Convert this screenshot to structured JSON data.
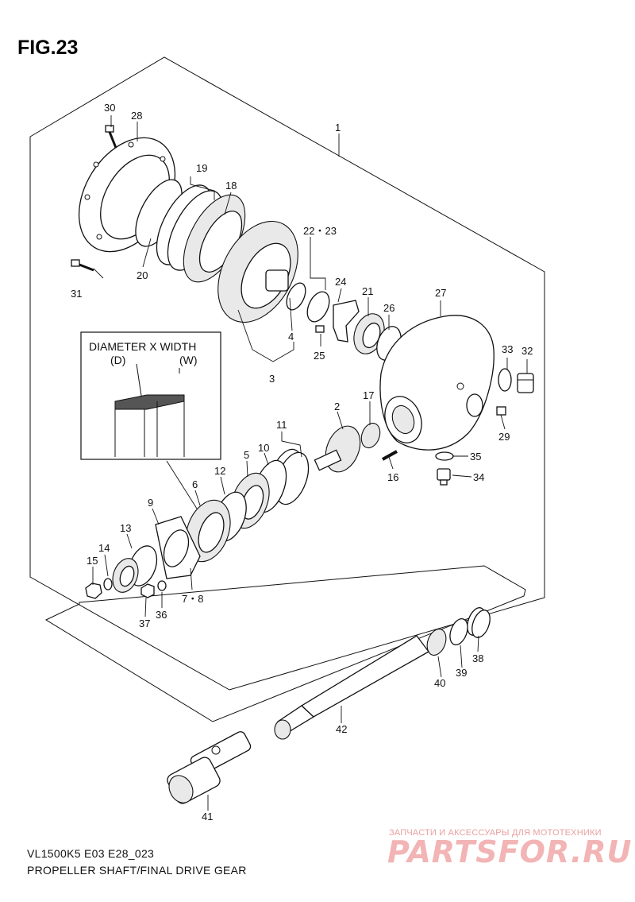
{
  "figure": {
    "title": "FIG.23",
    "model_code": "VL1500K5 E03 E28_023",
    "caption": "PROPELLER SHAFT/FINAL DRIVE GEAR"
  },
  "inset": {
    "heading": "DIAMETER X WIDTH",
    "left_label": "(D)",
    "right_label": "(W)"
  },
  "watermark": {
    "small_text": "ЗАПЧАСТИ И АКСЕССУАРЫ ДЛЯ МОТОТЕХНИКИ",
    "brand_text": "PARTSFOR.RU"
  },
  "callouts": [
    {
      "id": "1",
      "text": "1"
    },
    {
      "id": "2",
      "text": "2"
    },
    {
      "id": "3",
      "text": "3"
    },
    {
      "id": "4",
      "text": "4"
    },
    {
      "id": "5",
      "text": "5"
    },
    {
      "id": "6",
      "text": "6"
    },
    {
      "id": "7-8",
      "text": "7・8"
    },
    {
      "id": "9",
      "text": "9"
    },
    {
      "id": "10",
      "text": "10"
    },
    {
      "id": "11",
      "text": "11"
    },
    {
      "id": "12",
      "text": "12"
    },
    {
      "id": "13",
      "text": "13"
    },
    {
      "id": "14",
      "text": "14"
    },
    {
      "id": "15",
      "text": "15"
    },
    {
      "id": "16",
      "text": "16"
    },
    {
      "id": "17",
      "text": "17"
    },
    {
      "id": "18",
      "text": "18"
    },
    {
      "id": "19",
      "text": "19"
    },
    {
      "id": "20",
      "text": "20"
    },
    {
      "id": "21",
      "text": "21"
    },
    {
      "id": "22-23",
      "text": "22・23"
    },
    {
      "id": "24",
      "text": "24"
    },
    {
      "id": "25",
      "text": "25"
    },
    {
      "id": "26",
      "text": "26"
    },
    {
      "id": "27",
      "text": "27"
    },
    {
      "id": "28",
      "text": "28"
    },
    {
      "id": "29",
      "text": "29"
    },
    {
      "id": "30",
      "text": "30"
    },
    {
      "id": "31",
      "text": "31"
    },
    {
      "id": "32",
      "text": "32"
    },
    {
      "id": "33",
      "text": "33"
    },
    {
      "id": "34",
      "text": "34"
    },
    {
      "id": "35",
      "text": "35"
    },
    {
      "id": "36",
      "text": "36"
    },
    {
      "id": "37",
      "text": "37"
    },
    {
      "id": "38",
      "text": "38"
    },
    {
      "id": "39",
      "text": "39"
    },
    {
      "id": "40",
      "text": "40"
    },
    {
      "id": "41",
      "text": "41"
    },
    {
      "id": "42",
      "text": "42"
    }
  ]
}
